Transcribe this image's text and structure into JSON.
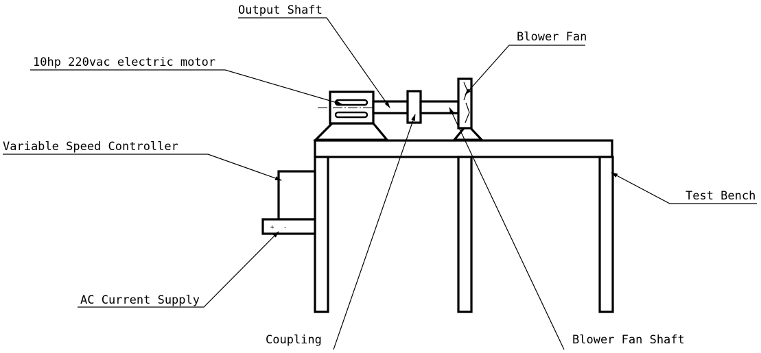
{
  "labels": {
    "output_shaft": "Output Shaft",
    "blower_fan": "Blower Fan",
    "motor": "10hp 220vac electric motor",
    "speed_controller": "Variable Speed Controller",
    "test_bench": "Test Bench",
    "ac_supply": "AC Current Supply",
    "coupling": "Coupling",
    "blower_fan_shaft": "Blower Fan Shaft"
  },
  "terminals": {
    "positive": "+",
    "negative": "-"
  },
  "colors": {
    "line": "#000000",
    "background": "#ffffff"
  }
}
